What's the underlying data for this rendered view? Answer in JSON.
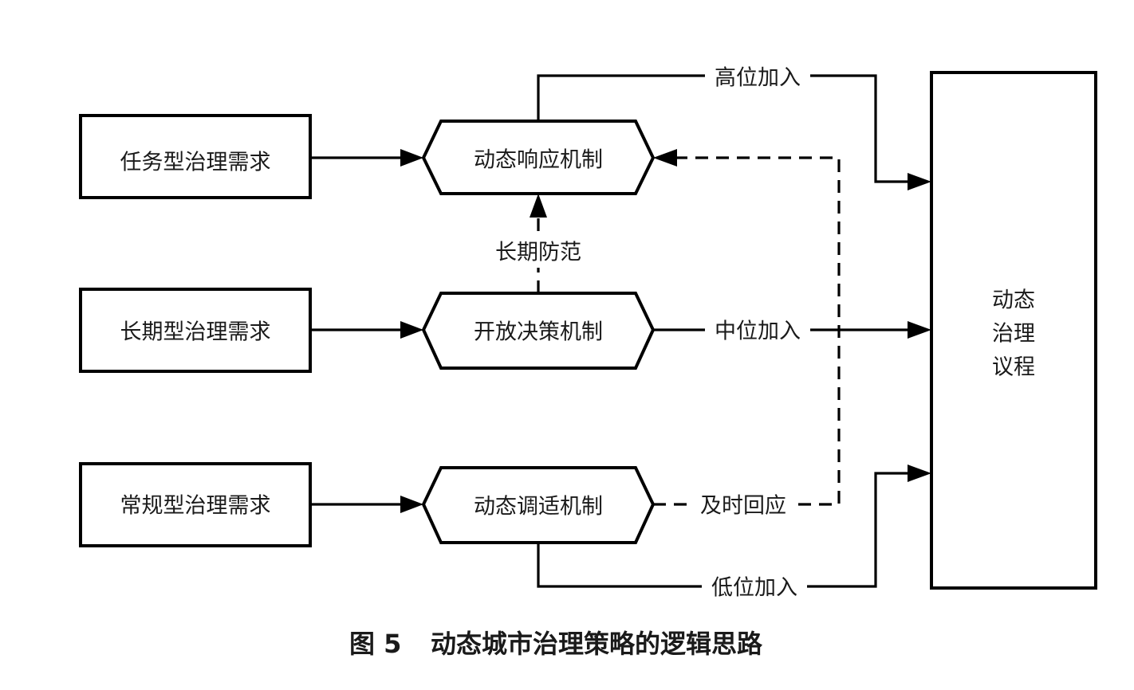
{
  "demands": {
    "task": "任务型治理需求",
    "longterm": "长期型治理需求",
    "routine": "常规型治理需求"
  },
  "mechanisms": {
    "response": "动态响应机制",
    "open_decision": "开放决策机制",
    "adjustment": "动态调适机制"
  },
  "agenda": {
    "line1": "动态",
    "line2": "治理",
    "line3": "议程"
  },
  "edges": {
    "high_join": "高位加入",
    "mid_join": "中位加入",
    "low_join": "低位加入",
    "long_prevention": "长期防范",
    "timely_response": "及时回应"
  },
  "caption": {
    "number": "图 5",
    "title": "动态城市治理策略的逻辑思路"
  }
}
